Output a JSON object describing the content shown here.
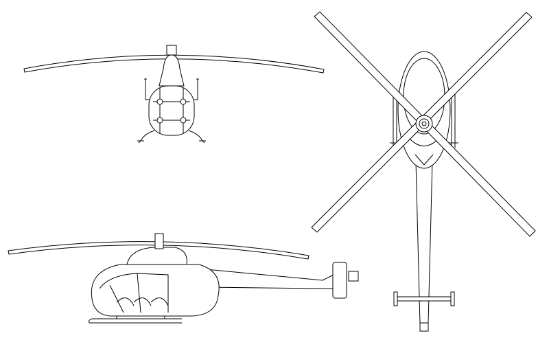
{
  "drawing": {
    "views": [
      "front",
      "top",
      "side"
    ],
    "line_color": "#000000",
    "background": "#ffffff"
  }
}
